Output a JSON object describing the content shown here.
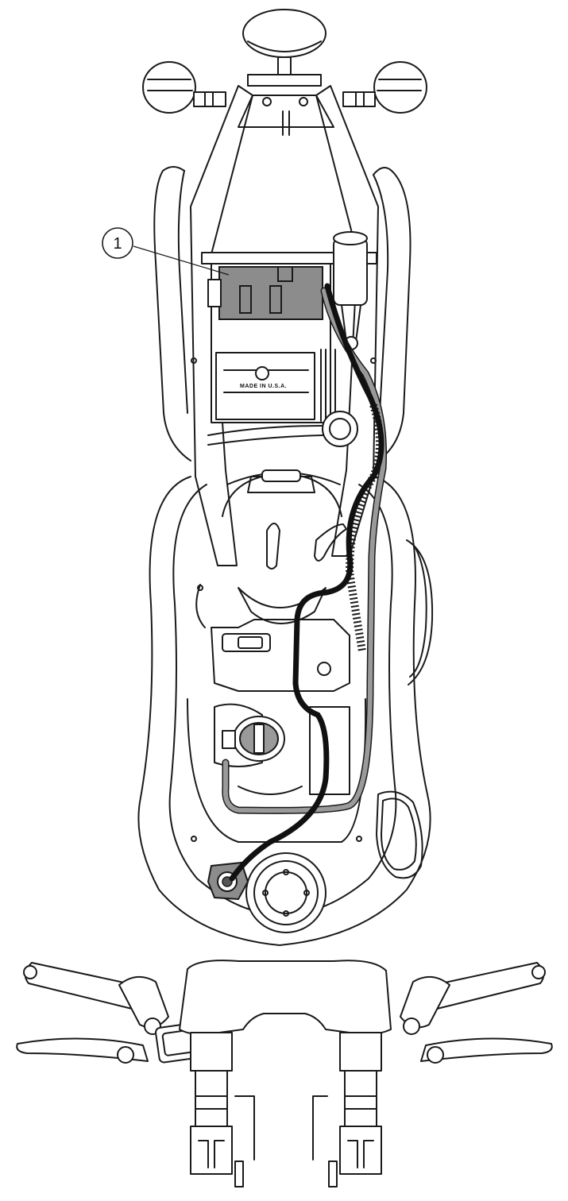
{
  "figure": {
    "callouts": [
      {
        "number": "1",
        "target": "electronic-control-module"
      }
    ],
    "plate_text": "MADE IN U.S.A.",
    "colors": {
      "line": "#1a1a1a",
      "cable_black": "#111111",
      "cable_gray": "#9a9a9a",
      "module_fill": "#8c8c8c",
      "background": "#ffffff"
    }
  }
}
